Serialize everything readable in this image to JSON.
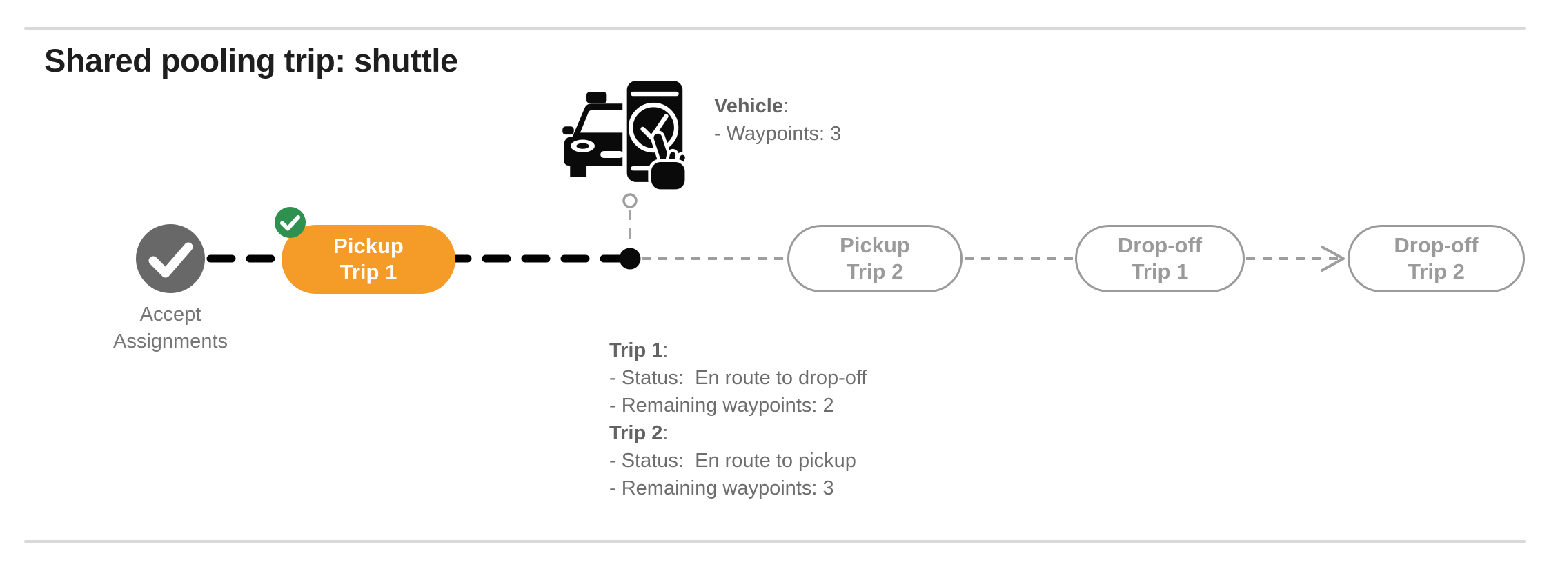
{
  "page": {
    "title": "Shared pooling trip: shuttle"
  },
  "colors": {
    "active_orange": "#F49B28",
    "completed_green": "#2E9150",
    "accept_node_gray": "#686868",
    "pending_outline_gray": "#9A9A9A",
    "info_text_gray": "#6D6D6D",
    "label_gray": "#757575",
    "route_completed_black": "#000000",
    "route_pending_gray": "#9E9E9E",
    "divider_gray": "#D9D9D9"
  },
  "timeline": {
    "nodes": [
      {
        "id": "accept-assignments",
        "type": "circle-check",
        "label_line1": "Accept",
        "label_line2": "Assignments",
        "state": "completed"
      },
      {
        "id": "pickup-trip-1",
        "line1": "Pickup",
        "line2": "Trip 1",
        "state": "active",
        "completed_badge": true
      },
      {
        "id": "pickup-trip-2",
        "line1": "Pickup",
        "line2": "Trip 2",
        "state": "pending"
      },
      {
        "id": "dropoff-trip-1",
        "line1": "Drop-off",
        "line2": "Trip 1",
        "state": "pending"
      },
      {
        "id": "dropoff-trip-2",
        "line1": "Drop-off",
        "line2": "Trip 2",
        "state": "pending"
      }
    ],
    "current_position": "between Pickup Trip 1 and Pickup Trip 2"
  },
  "vehicle_info": {
    "heading": "Vehicle",
    "heading_suffix": ":",
    "lines": [
      "- Waypoints: 3"
    ]
  },
  "trip_info": {
    "entries": [
      {
        "heading": "Trip 1",
        "suffix": ":",
        "lines": [
          "- Status:  En route to drop-off",
          "- Remaining waypoints: 2"
        ]
      },
      {
        "heading": "Trip 2",
        "suffix": ":",
        "lines": [
          "- Status:  En route to pickup",
          "- Remaining waypoints: 3"
        ]
      }
    ]
  }
}
